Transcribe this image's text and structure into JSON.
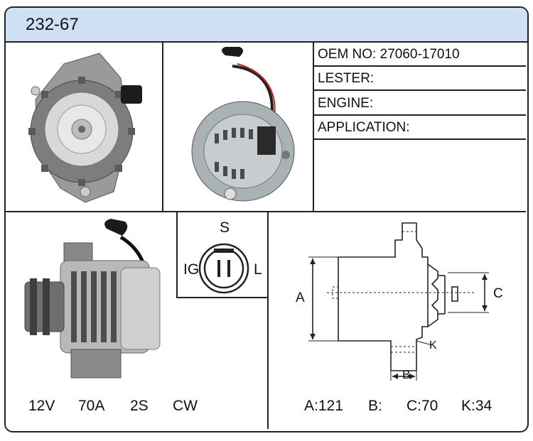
{
  "header": {
    "part_number": "232-67"
  },
  "info": {
    "oem_label": "OEM NO:",
    "oem_value": "27060-17010",
    "lester_label": "LESTER:",
    "lester_value": "",
    "engine_label": "ENGINE:",
    "engine_value": "",
    "application_label": "APPLICATION:",
    "application_value": ""
  },
  "specs": {
    "voltage": "12V",
    "amperage": "70A",
    "groove": "2S",
    "rotation": "CW"
  },
  "connector": {
    "terminal_s": "S",
    "terminal_ig": "IG",
    "terminal_l": "L"
  },
  "dimensions": {
    "label_a": "A",
    "label_b": "B",
    "label_c": "C",
    "label_k": "K",
    "a_text": "A:121",
    "b_text": "B:",
    "c_text": "C:70",
    "k_text": "K:34"
  },
  "colors": {
    "header_bg": "#cfe0f5",
    "border": "#222222"
  }
}
